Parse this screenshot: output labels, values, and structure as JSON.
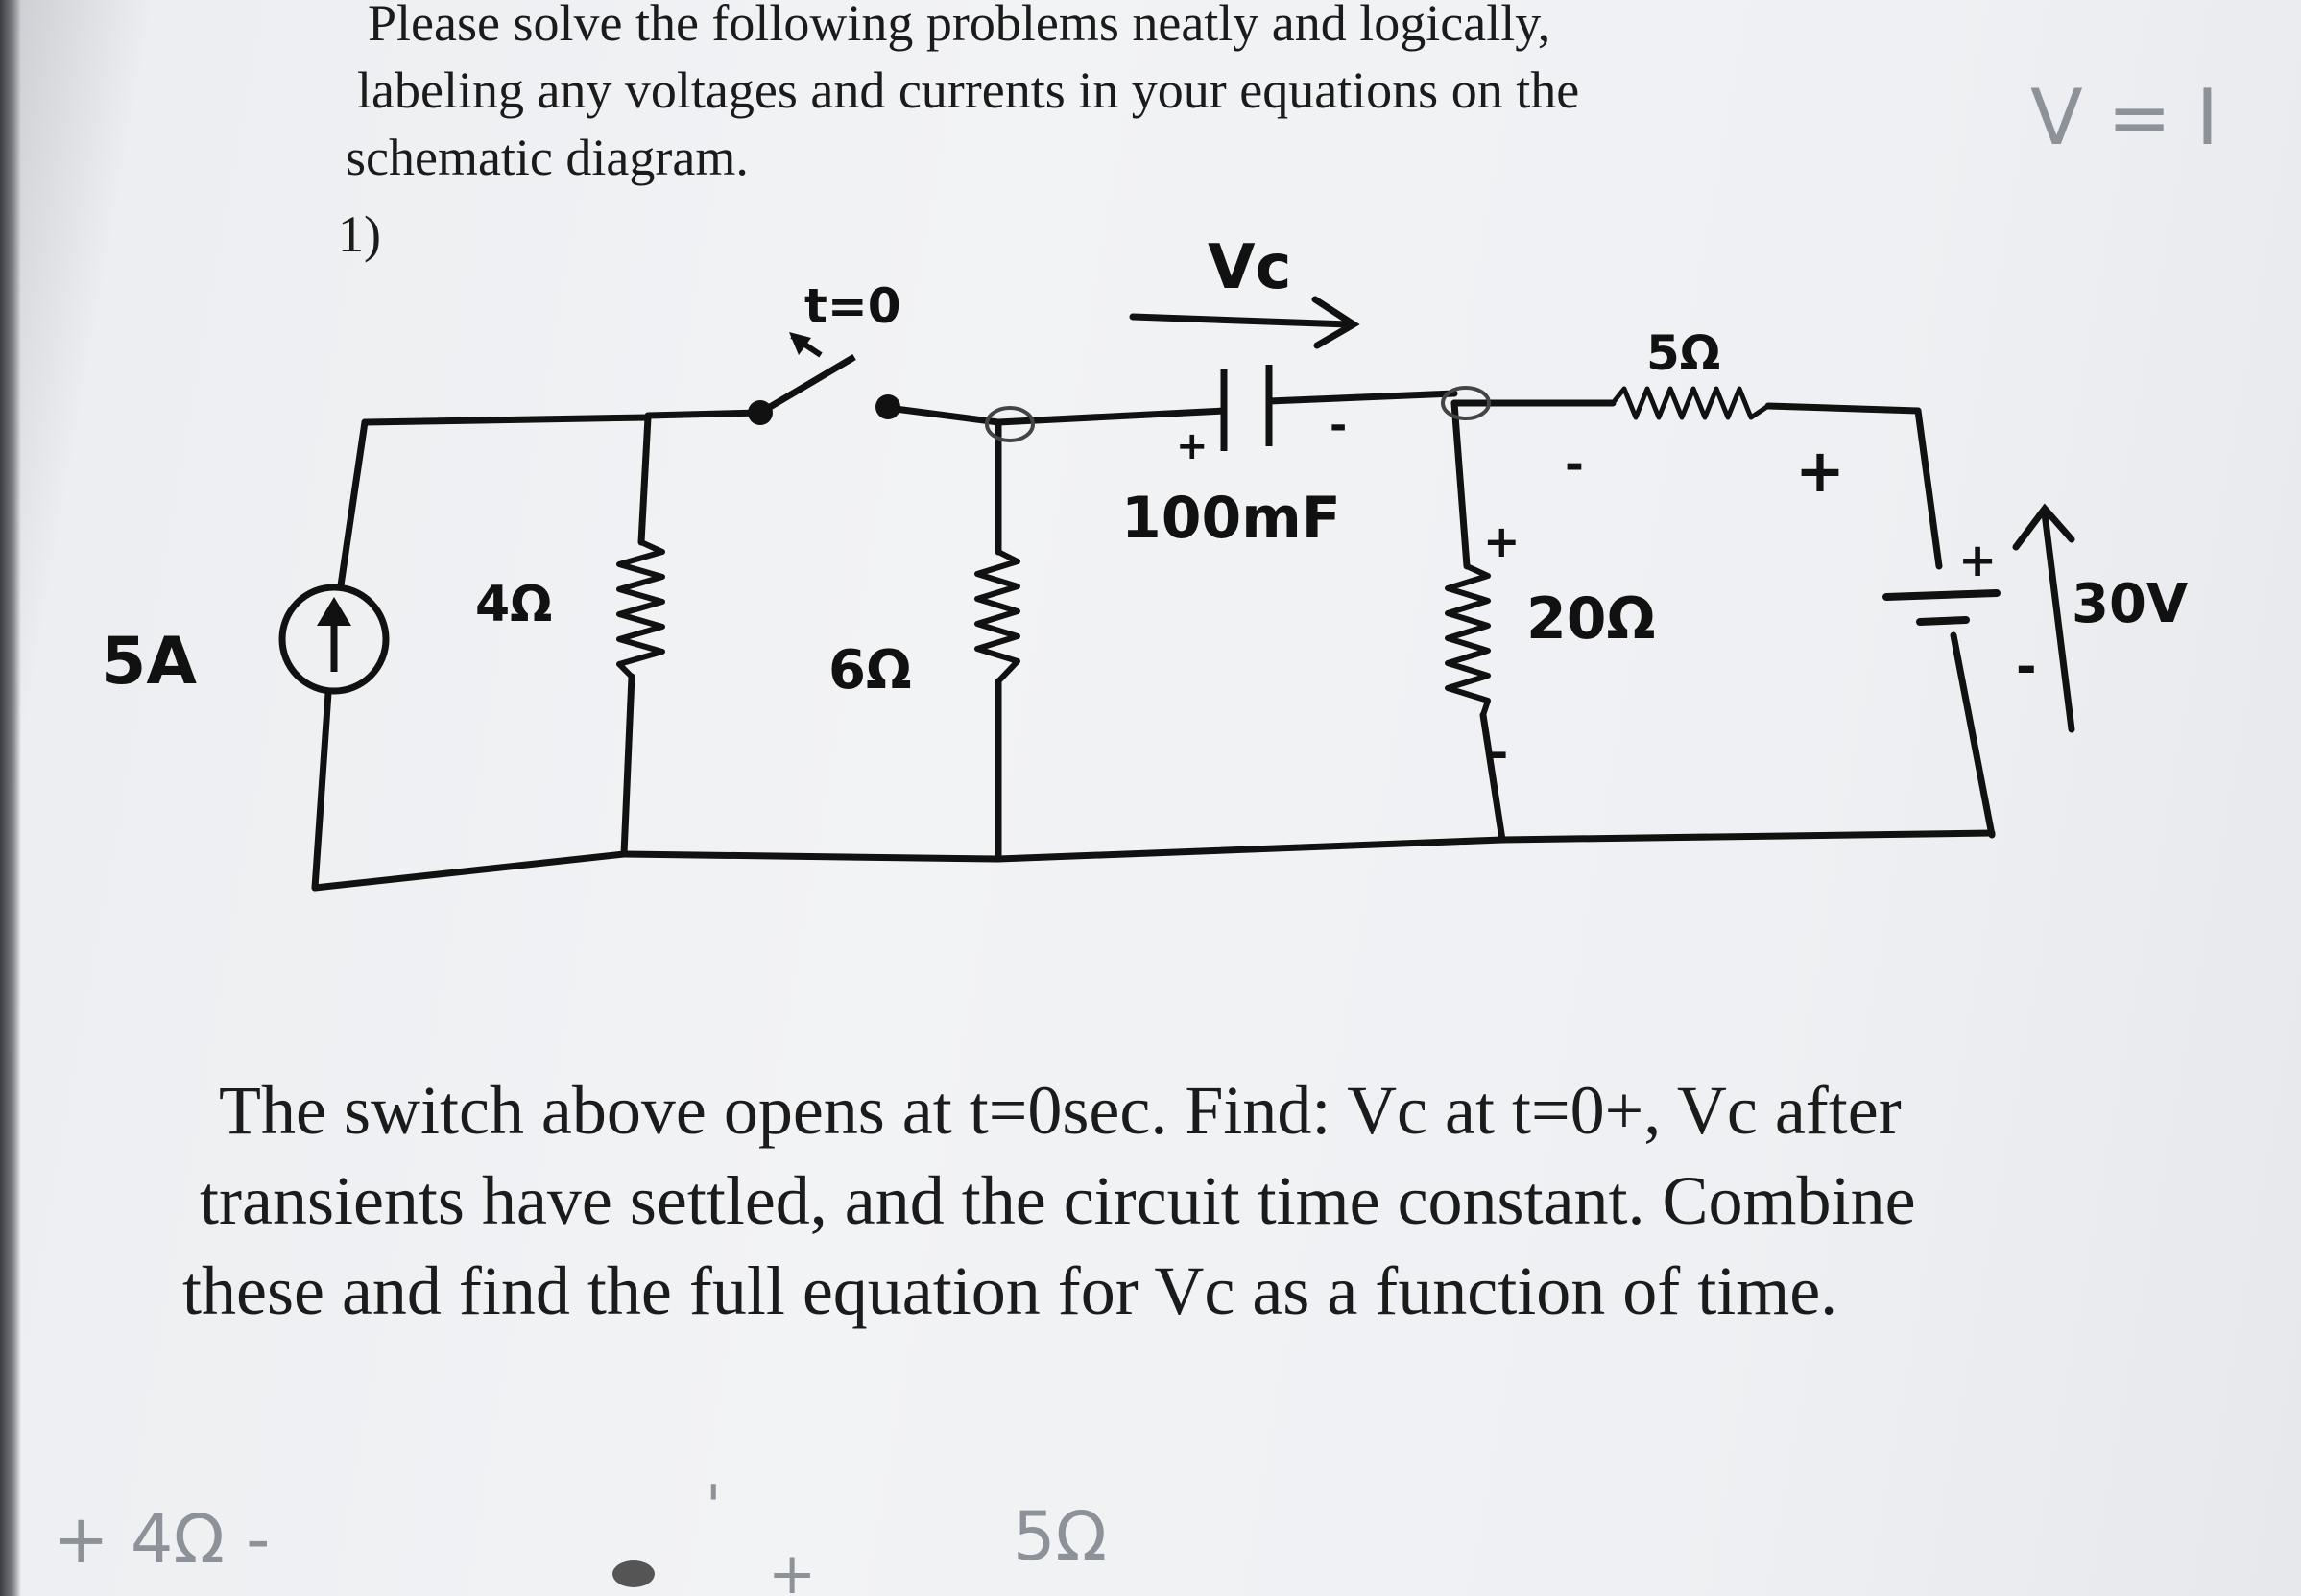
{
  "instructions": {
    "line1": "Please solve the following problems neatly and logically,",
    "line2": "labeling any voltages and currents in your equations on the",
    "line3": "schematic diagram.",
    "number": "1)"
  },
  "margin_note": "V = I",
  "schematic": {
    "source_current": "5A",
    "r1": "4Ω",
    "switch_label": "t=0",
    "r2": "6Ω",
    "vc_label": "Vc",
    "cap_plus": "+",
    "cap_minus": "-",
    "cap_value": "100mF",
    "r3_value": "5Ω",
    "r3_minus": "-",
    "r3_plus": "+",
    "r4_plus": "+",
    "r4_value": "20Ω",
    "r4_minus": "-",
    "battery_plus": "+",
    "battery_minus": "-",
    "battery_value": "30V"
  },
  "problem": {
    "line1": "The switch above opens at t=0sec. Find:  Vc at t=0+, Vc after",
    "line2": "transients have settled, and the circuit time constant. Combine",
    "line3": "these and find the full equation for Vc as a function of time."
  },
  "bottom_scribble": {
    "left": "+ 4Ω -",
    "mid_tick": "'",
    "mid_plus": "+",
    "right": "5Ω"
  }
}
